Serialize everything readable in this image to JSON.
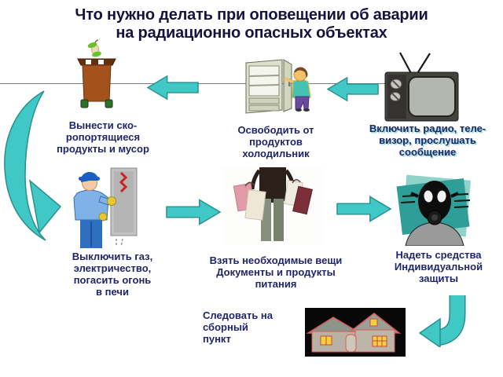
{
  "slide": {
    "title": "Что нужно делать при оповещении об аварии\nна радиационно опасных объектах",
    "colors": {
      "arrow_teal": "#3fc8c5",
      "arrow_border": "#2a8f8c",
      "title_color": "#15123d",
      "caption_color": "#1f2668"
    },
    "steps": [
      {
        "id": "radio",
        "icon": "tv-icon",
        "caption": "Включить радио, теле-\nвизор, прослушать\nсообщение"
      },
      {
        "id": "fridge",
        "icon": "refrigerator-icon",
        "caption": "Освободить от\nпродуктов\nхолодильник"
      },
      {
        "id": "trash",
        "icon": "trash-bin-icon",
        "caption": "Вынести ско-\nропортящиеся\nпродукты и мусор"
      },
      {
        "id": "utilities",
        "icon": "worker-panel-icon",
        "caption": "Выключить газ,\nэлектричество,\nпогасить огонь\nв печи"
      },
      {
        "id": "belongings",
        "icon": "person-bags-icon",
        "caption": "Взять необходимые вещи\nДокументы и продукты\nпитания"
      },
      {
        "id": "protection",
        "icon": "gas-mask-icon",
        "caption": "Надеть средства\nИндивидуальной\nзащиты"
      },
      {
        "id": "assembly",
        "icon": "house-icon",
        "caption": "Следовать на\nсборный\nпункт"
      }
    ]
  }
}
